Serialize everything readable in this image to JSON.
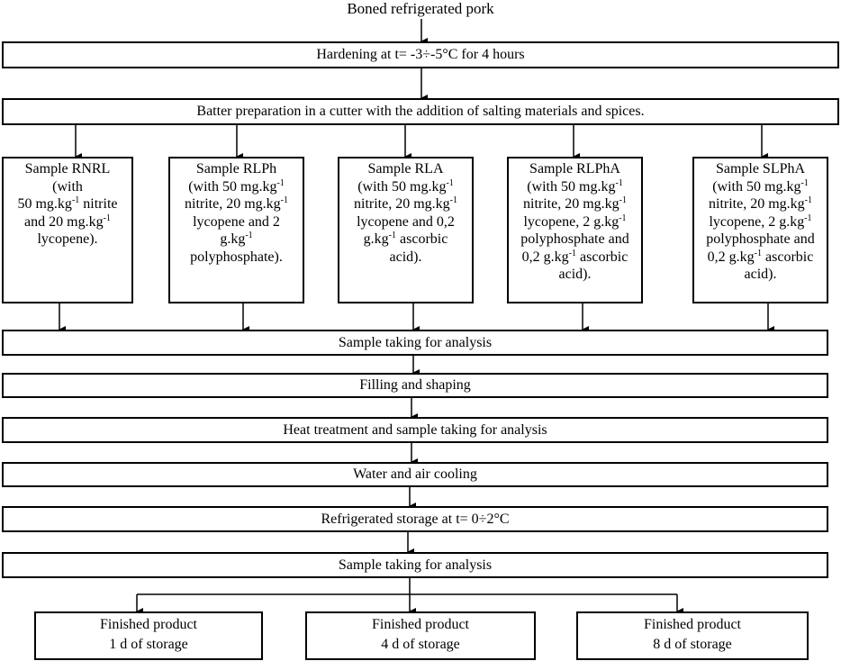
{
  "title": "Boned refrigerated pork",
  "steps_top": [
    "Hardening at t= -3÷-5°C for 4 hours",
    "Batter preparation in a cutter with the addition of salting materials and spices."
  ],
  "samples": [
    {
      "lines": [
        [
          {
            "t": "Sample RNRL"
          }
        ],
        [
          {
            "t": "(with"
          }
        ],
        [
          {
            "t": "50 mg.kg"
          },
          {
            "sup": "-1"
          },
          {
            "t": " nitrite"
          }
        ],
        [
          {
            "t": "and 20 mg.kg"
          },
          {
            "sup": "-1"
          }
        ],
        [
          {
            "t": "lycopene)."
          }
        ]
      ]
    },
    {
      "lines": [
        [
          {
            "t": "Sample RLPh"
          }
        ],
        [
          {
            "t": "(with 50 mg.kg"
          },
          {
            "sup": "-1"
          }
        ],
        [
          {
            "t": "nitrite, 20 mg.kg"
          },
          {
            "sup": "-1"
          }
        ],
        [
          {
            "t": "lycopene and 2"
          }
        ],
        [
          {
            "t": "g.kg"
          },
          {
            "sup": "-1"
          }
        ],
        [
          {
            "t": "polyphosphate)."
          }
        ]
      ]
    },
    {
      "lines": [
        [
          {
            "t": "Sample RLA"
          }
        ],
        [
          {
            "t": "(with 50 mg.kg"
          },
          {
            "sup": "-1"
          }
        ],
        [
          {
            "t": "nitrite, 20 mg.kg"
          },
          {
            "sup": "-1"
          }
        ],
        [
          {
            "t": "lycopene and 0,2"
          }
        ],
        [
          {
            "t": "g.kg"
          },
          {
            "sup": "-1"
          },
          {
            "t": " ascorbic"
          }
        ],
        [
          {
            "t": "acid)."
          }
        ]
      ]
    },
    {
      "lines": [
        [
          {
            "t": "Sample RLPhA"
          }
        ],
        [
          {
            "t": "(with 50 mg.kg"
          },
          {
            "sup": "-1"
          }
        ],
        [
          {
            "t": "nitrite, 20 mg.kg"
          },
          {
            "sup": "-1"
          }
        ],
        [
          {
            "t": "lycopene, 2 g.kg"
          },
          {
            "sup": "-1"
          }
        ],
        [
          {
            "t": "polyphosphate and"
          }
        ],
        [
          {
            "t": "0,2 g.kg"
          },
          {
            "sup": "-1"
          },
          {
            "t": " ascorbic"
          }
        ],
        [
          {
            "t": "acid)."
          }
        ]
      ]
    },
    {
      "lines": [
        [
          {
            "t": "Sample SLPhA"
          }
        ],
        [
          {
            "t": "(with 50 mg.kg"
          },
          {
            "sup": "-1"
          }
        ],
        [
          {
            "t": "nitrite,  20 mg.kg"
          },
          {
            "sup": "-1"
          }
        ],
        [
          {
            "t": "lycopene, 2 g.kg"
          },
          {
            "sup": "-1"
          }
        ],
        [
          {
            "t": "polyphosphate and"
          }
        ],
        [
          {
            "t": "0,2 g.kg"
          },
          {
            "sup": "-1"
          },
          {
            "t": " ascorbic"
          }
        ],
        [
          {
            "t": "acid)."
          }
        ]
      ]
    }
  ],
  "steps_bottom": [
    "Sample taking for analysis",
    "Filling and shaping",
    "Heat treatment and sample taking for analysis",
    "Water and air cooling",
    "Refrigerated storage at t= 0÷2°C",
    "Sample taking for analysis"
  ],
  "finished": [
    {
      "line1": "Finished product",
      "line2": "1 d of storage"
    },
    {
      "line1": "Finished product",
      "line2": "4 d of storage"
    },
    {
      "line1": "Finished product",
      "line2": "8 d of storage"
    }
  ]
}
